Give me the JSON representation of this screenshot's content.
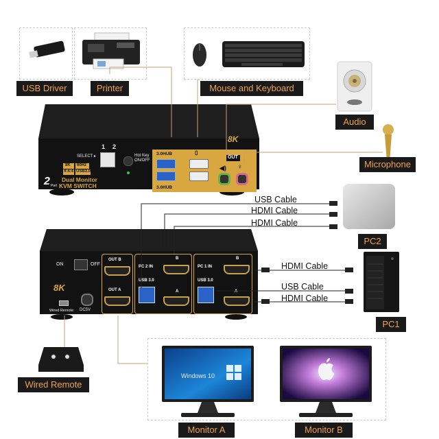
{
  "labels": {
    "usb_driver": "USB Driver",
    "printer": "Printer",
    "mouse_keyboard": "Mouse and Keyboard",
    "audio": "Audio",
    "microphone": "Microphone",
    "pc2": "PC2",
    "pc1": "PC1",
    "wired_remote": "Wired Remote",
    "monitor_a": "Monitor A",
    "monitor_b": "Monitor B"
  },
  "cables": {
    "usb_top": "USB Cable",
    "hdmi_top_1": "HDMI Cable",
    "hdmi_top_2": "HDMI Cable",
    "hdmi_pc1_1": "HDMI Cable",
    "usb_pc1": "USB Cable",
    "hdmi_pc1_2": "HDMI Cable"
  },
  "front": {
    "select": "SELECT ▸",
    "num1": "1",
    "num2": "2",
    "hotkey": "Hot Key ON/OFF",
    "hub_top": "3.0HUB",
    "hub_bottom": "3.0HUB",
    "badge_8k": "8K",
    "out": "OUT",
    "spec1": "8K",
    "spec2": "60Hz",
    "spec3": "4:4:4",
    "spec4": "USB3.0",
    "title1": "Dual Monitor",
    "title2": "KVM SWITCH",
    "ports_num": "2",
    "ports_word": "Port"
  },
  "back": {
    "on": "ON",
    "off": "OFF",
    "badge_8k": "8K",
    "wired_remote": "Wired Remote",
    "dc": "DC5V",
    "out_b": "OUT B",
    "out_a": "OUT A",
    "pc2_in": "PC 2 IN",
    "pc1_in": "PC 1 IN",
    "usb3_left": "USB 3.0",
    "usb3_right": "USB 3.0",
    "mark_b_left": "B",
    "mark_a_left": "A",
    "mark_b_right": "B",
    "mark_a_right": "A"
  },
  "screen": {
    "windows": "Windows 10"
  }
}
